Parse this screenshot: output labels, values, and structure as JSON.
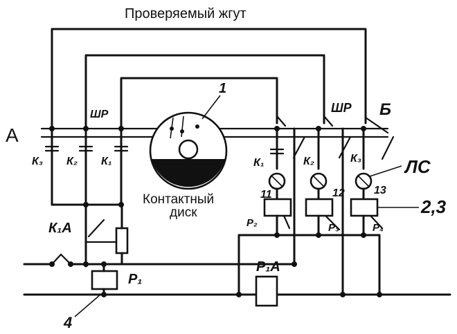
{
  "title": "Проверяемый жгут",
  "disk": {
    "label_line1": "Контактный",
    "label_line2": "диск",
    "callout": "1"
  },
  "labels": {
    "A": "А",
    "B": "Б",
    "connector_left": "ШР",
    "connector_right": "ШР",
    "k3_left": "К₃",
    "k2_left": "К₂",
    "k1_left": "К₁",
    "k1_right": "К₁",
    "k2_right": "К₂",
    "k3_right": "К₃",
    "lamp_signal": "ЛС",
    "relay_11": "11",
    "relay_12": "12",
    "relay_13": "13",
    "p2": "Р₂",
    "p3": "Р₃",
    "p4": "Р₄",
    "ref_23": "2,3",
    "k1_a": "К₁А",
    "r1": "Р₁",
    "r1_a": "Р₁А",
    "ref_4": "4"
  }
}
